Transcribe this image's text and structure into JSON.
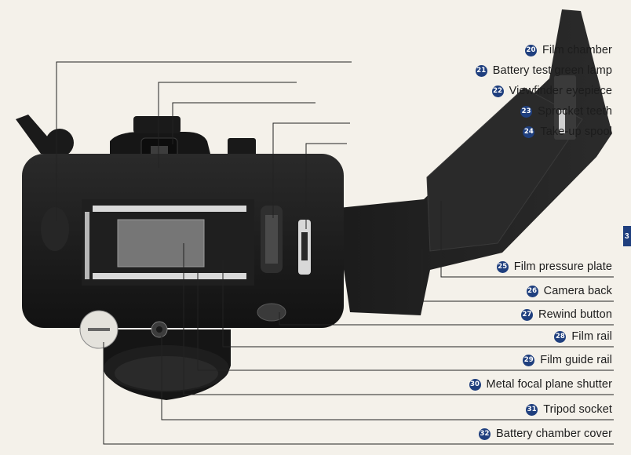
{
  "labels": [
    {
      "num": "20",
      "text": "Film chamber"
    },
    {
      "num": "21",
      "text": "Battery test green lamp"
    },
    {
      "num": "22",
      "text": "Viewfinder eyepiece"
    },
    {
      "num": "23",
      "text": "Sprocket teeth"
    },
    {
      "num": "24",
      "text": "Take-up spool"
    },
    {
      "num": "25",
      "text": "Film pressure plate"
    },
    {
      "num": "26",
      "text": "Camera back"
    },
    {
      "num": "27",
      "text": "Rewind button"
    },
    {
      "num": "28",
      "text": "Film rail"
    },
    {
      "num": "29",
      "text": "Film guide rail"
    },
    {
      "num": "30",
      "text": "Metal focal plane shutter"
    },
    {
      "num": "31",
      "text": "Tripod socket"
    },
    {
      "num": "32",
      "text": "Battery chamber cover"
    }
  ],
  "page_tab": "3",
  "colors": {
    "paper": "#f4f1ea",
    "badge": "#1f3f7e",
    "camera_body": "#1a1a1a",
    "leader_line": "#222222"
  }
}
